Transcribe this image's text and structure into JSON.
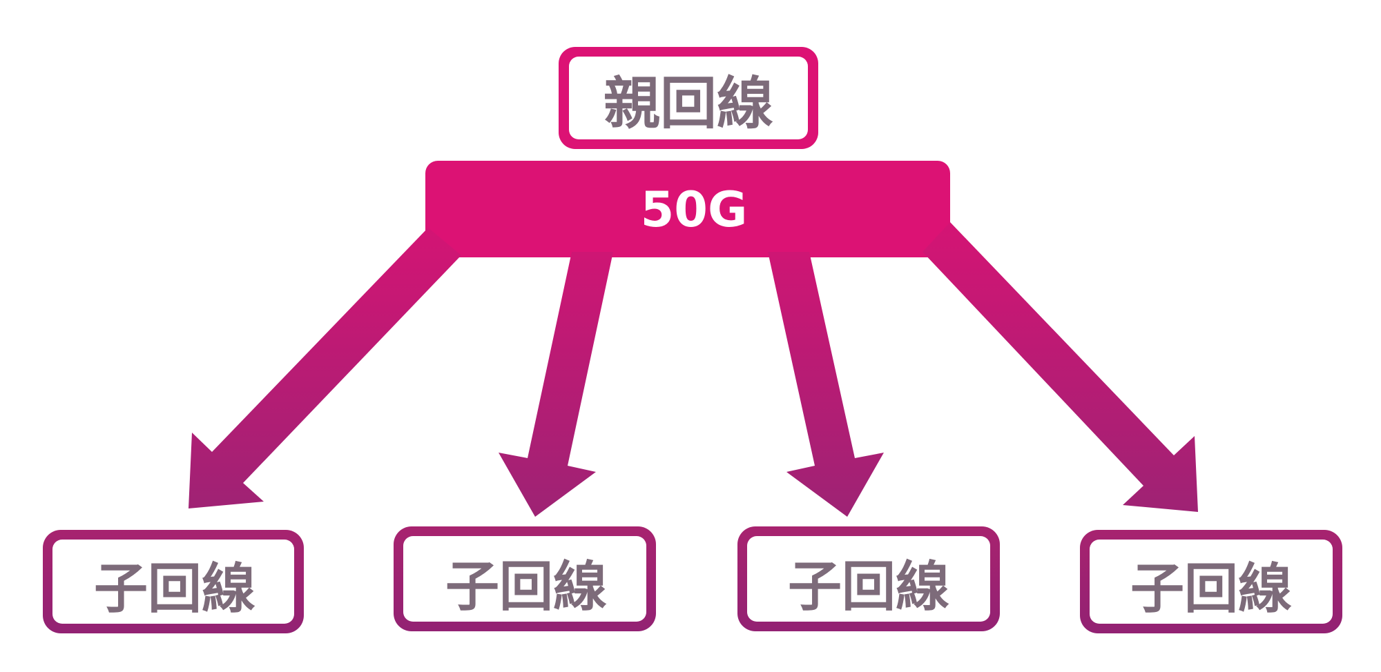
{
  "parent": {
    "label": "親回線"
  },
  "bar": {
    "label": "50G"
  },
  "children": [
    {
      "label": "子回線"
    },
    {
      "label": "子回線"
    },
    {
      "label": "子回線"
    },
    {
      "label": "子回線"
    }
  ],
  "colors": {
    "magenta": "#dc1274",
    "purple": "#9c2374",
    "node_text": "#7d6b7a",
    "bar_text": "#ffffff"
  }
}
